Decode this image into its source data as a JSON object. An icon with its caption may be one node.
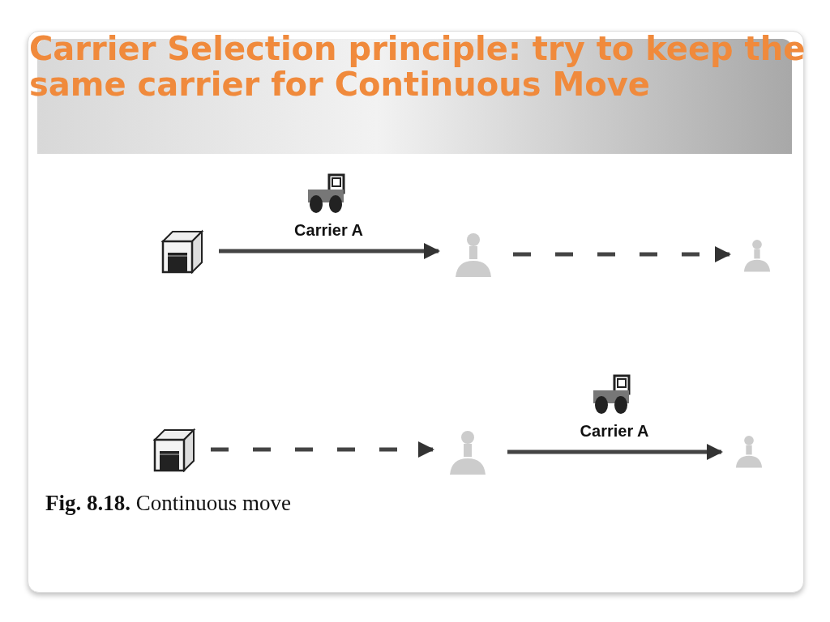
{
  "diagram": {
    "title": "Carrier Selection principle: try to keep the same carrier for Continuous Move",
    "caption": "**Fig. 8.18.** Continuous move",
    "nodes": [
      {
        "text": [],
        "shape": "box"
      },
      {
        "text": [],
        "shape": "person"
      },
      {
        "text": [],
        "shape": "person"
      },
      {
        "text": [],
        "shape": "box"
      },
      {
        "text": [],
        "shape": "person"
      },
      {
        "text": [],
        "shape": "person"
      }
    ],
    "edges": [
      {
        "from": 0,
        "to": 1,
        "arrow": "to",
        "label": "Carrier A"
      },
      {
        "from": 1,
        "to": 2,
        "arrow": "to",
        "style": "dashed"
      },
      {
        "from": 3,
        "to": 4,
        "arrow": "to",
        "style": "dashed"
      },
      {
        "from": 4,
        "to": 5,
        "arrow": "to",
        "label": "Carrier A"
      }
    ]
  }
}
